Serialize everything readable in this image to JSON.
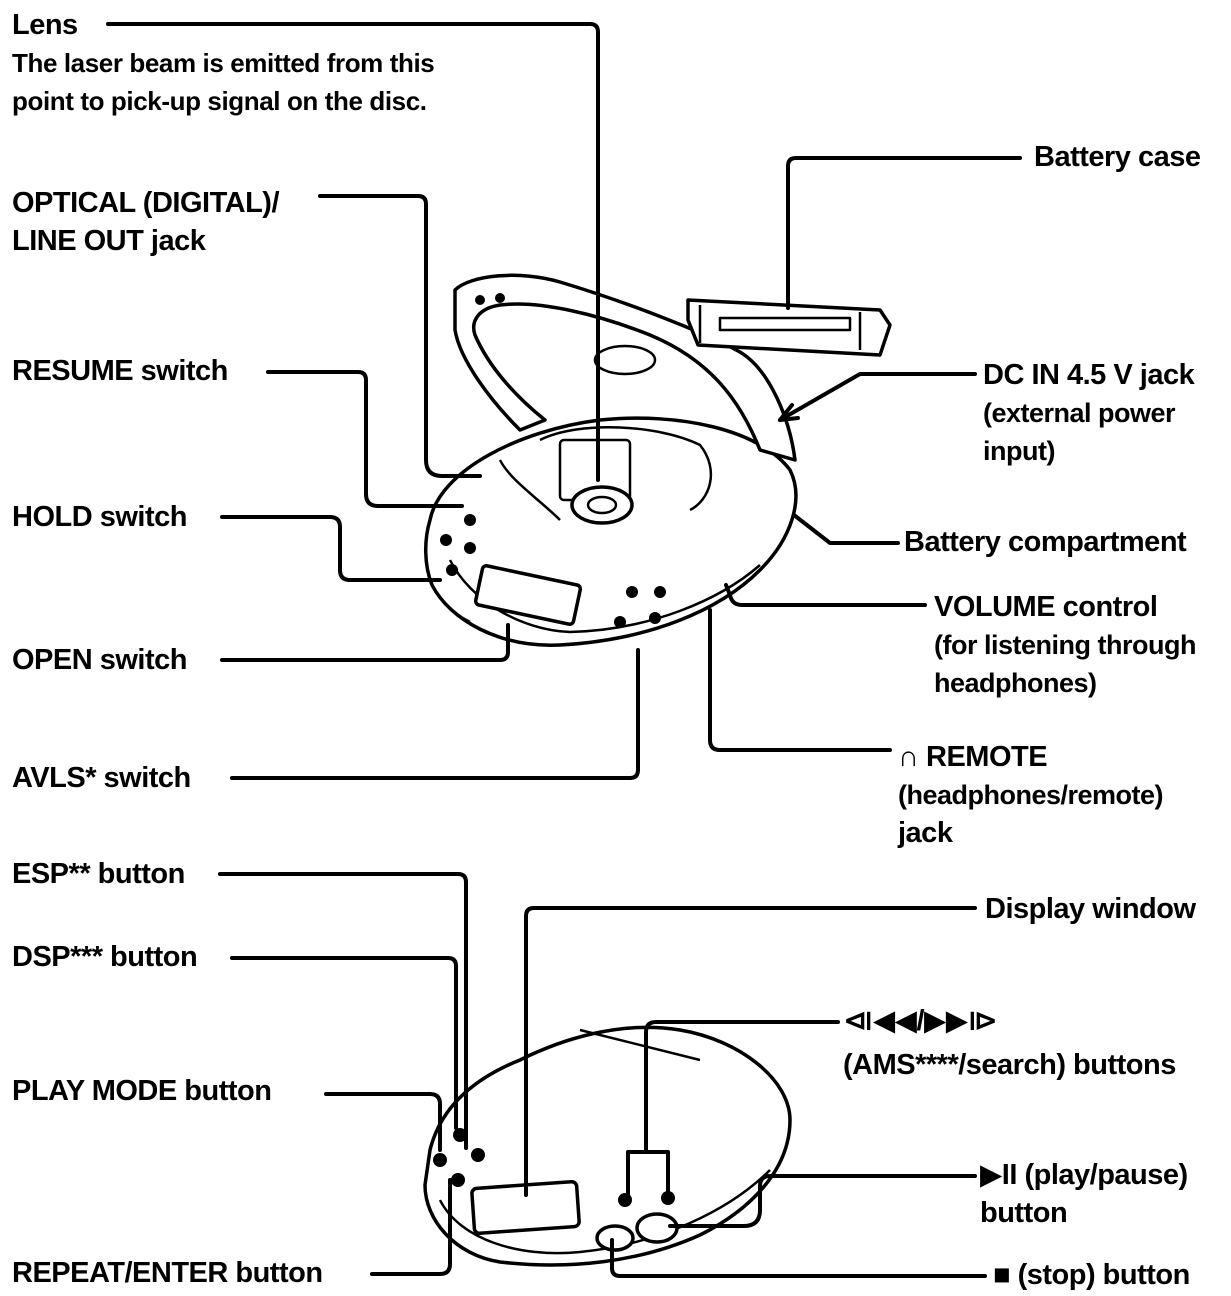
{
  "labels": {
    "lens": {
      "title": "Lens",
      "description": [
        "The laser beam is emitted from this",
        "point to pick-up signal on the disc."
      ]
    },
    "optical": [
      "OPTICAL (DIGITAL)/",
      "LINE OUT jack"
    ],
    "resume": "RESUME switch",
    "hold": "HOLD switch",
    "open": "OPEN switch",
    "avls": "AVLS* switch",
    "esp": "ESP** button",
    "dsp": "DSP*** button",
    "play_mode": "PLAY MODE button",
    "repeat_enter": "REPEAT/ENTER button",
    "battery_case": "Battery case",
    "dc_in": [
      "DC IN 4.5 V jack",
      "(external power",
      "input)"
    ],
    "battery_compartment": "Battery compartment",
    "volume": [
      "VOLUME control",
      "(for listening through",
      "headphones)"
    ],
    "remote": [
      "∩ REMOTE",
      "(headphones/remote)",
      "jack"
    ],
    "display_window": "Display window",
    "ams": [
      "⧏◀◀/▶▶⧐",
      "(AMS****/search) buttons"
    ],
    "play_pause": [
      "▶II (play/pause)",
      "button"
    ],
    "stop": "■ (stop) button"
  }
}
